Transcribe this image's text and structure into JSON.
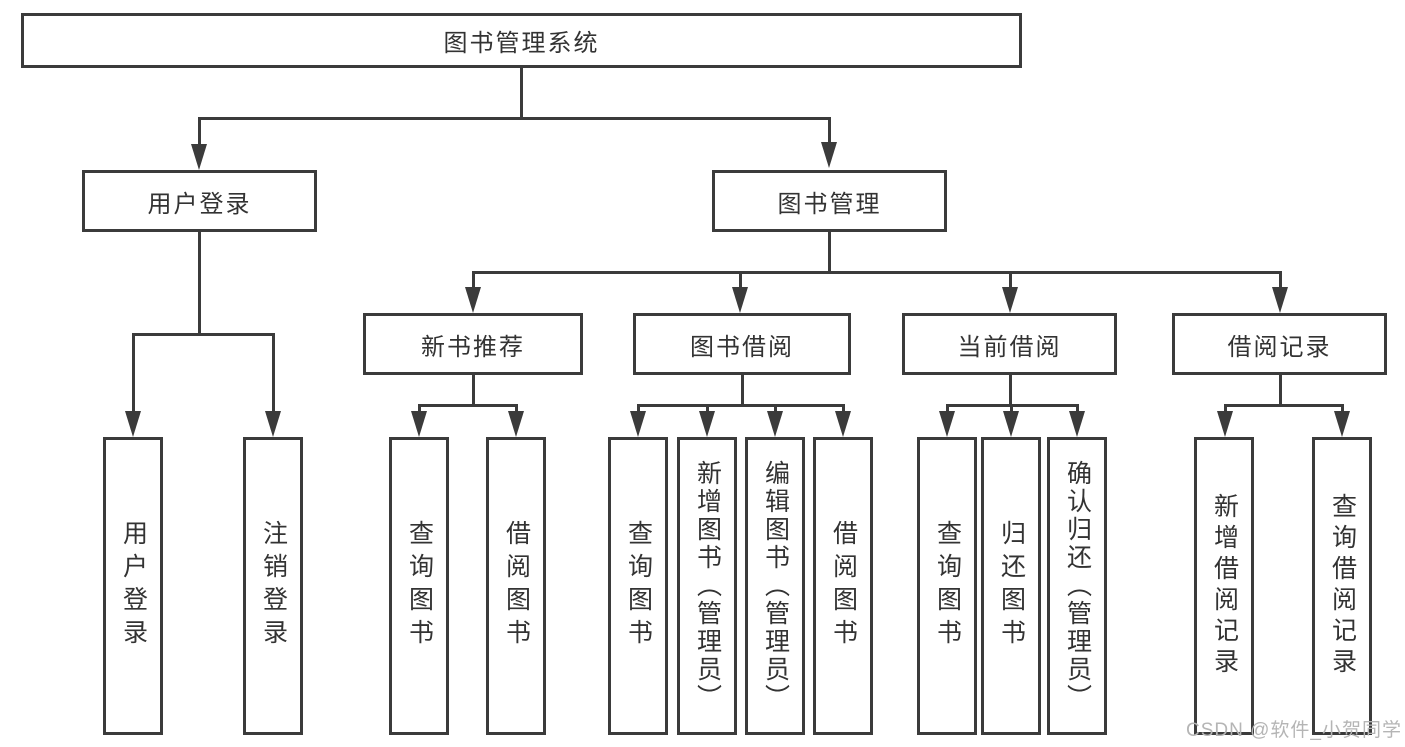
{
  "diagram": {
    "root": "图书管理系统",
    "branches": [
      {
        "label": "用户登录",
        "children": [
          "用户登录",
          "注销登录"
        ]
      },
      {
        "label": "图书管理",
        "children": [
          {
            "label": "新书推荐",
            "children": [
              "查询图书",
              "借阅图书"
            ]
          },
          {
            "label": "图书借阅",
            "children": [
              "查询图书",
              "新增图书（管理员）",
              "编辑图书（管理员）",
              "借阅图书"
            ]
          },
          {
            "label": "当前借阅",
            "children": [
              "查询图书",
              "归还图书",
              "确认归还（管理员）"
            ]
          },
          {
            "label": "借阅记录",
            "children": [
              "新增借阅记录",
              "查询借阅记录"
            ]
          }
        ]
      }
    ]
  },
  "watermark": {
    "text": "CSDN @软件_小贺同学"
  },
  "colors": {
    "line": "#3b3b3b",
    "text": "#333333",
    "watermark": "#b5b5b5",
    "background": "#ffffff"
  }
}
